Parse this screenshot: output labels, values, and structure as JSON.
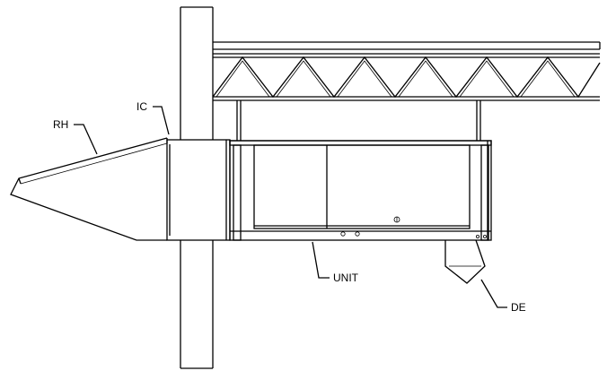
{
  "labels": {
    "rh": "RH",
    "ic": "IC",
    "unit": "UNIT",
    "de": "DE"
  },
  "colors": {
    "line": "#000000",
    "background": "#ffffff"
  }
}
